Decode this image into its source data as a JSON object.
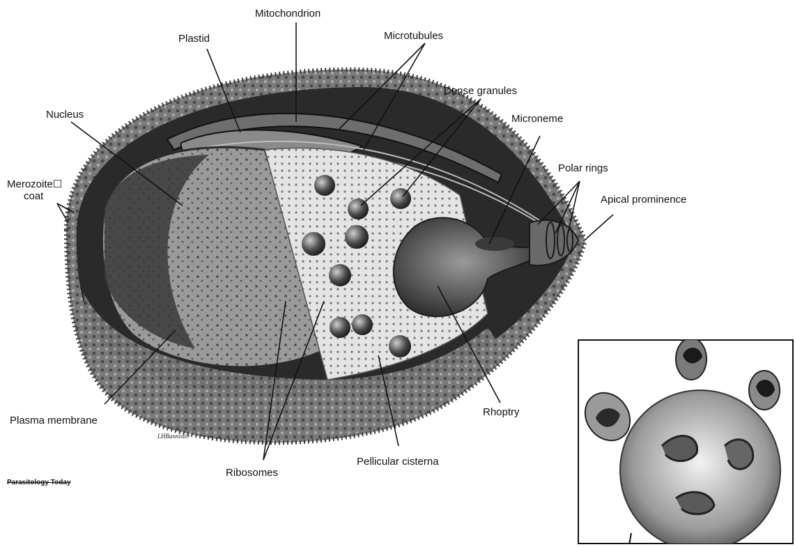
{
  "labels": {
    "mitochondrion": "Mitochondrion",
    "plastid": "Plastid",
    "microtubules": "Microtubules",
    "dense_granules": "Dense granules",
    "nucleus": "Nucleus",
    "microneme": "Microneme",
    "polar_rings": "Polar rings",
    "merozoite_coat_line1": "Merozoite☐",
    "merozoite_coat_line2": "coat",
    "apical_prominence": "Apical prominence",
    "plasma_membrane": "Plasma membrane",
    "rhoptry": "Rhoptry",
    "ribosomes": "Ribosomes",
    "pellicular_cisterna": "Pellicular cisterna"
  },
  "artist_signature": "LHBannister",
  "source_credit": "Parasitology Today",
  "colors": {
    "ink": "#111111",
    "outer_body": "#8c8c8c",
    "inner_dark": "#2a2a2a",
    "cytoplasm": "#d9d9d9",
    "nucleus": "#5a5a5a"
  }
}
